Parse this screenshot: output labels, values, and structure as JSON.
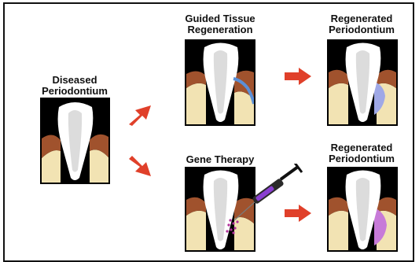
{
  "labels": {
    "diseased": [
      "Diseased",
      "Periodontium"
    ],
    "guided": [
      "Guided Tissue",
      "Regeneration"
    ],
    "regen_top": [
      "Regenerated",
      "Periodontium"
    ],
    "gene": [
      "Gene Therapy"
    ],
    "regen_bottom": [
      "Regenerated",
      "Periodontium"
    ]
  },
  "colors": {
    "arrow": "#e0402a",
    "background": "#000000",
    "enamel": "#ffffff",
    "dentin": "#dcdcdc",
    "gum": "#a0522d",
    "bone": "#f2e3b3",
    "membrane": "#5b8fd6",
    "regen_blue": "#9fa8e6",
    "regen_pink": "#c77ad8"
  }
}
